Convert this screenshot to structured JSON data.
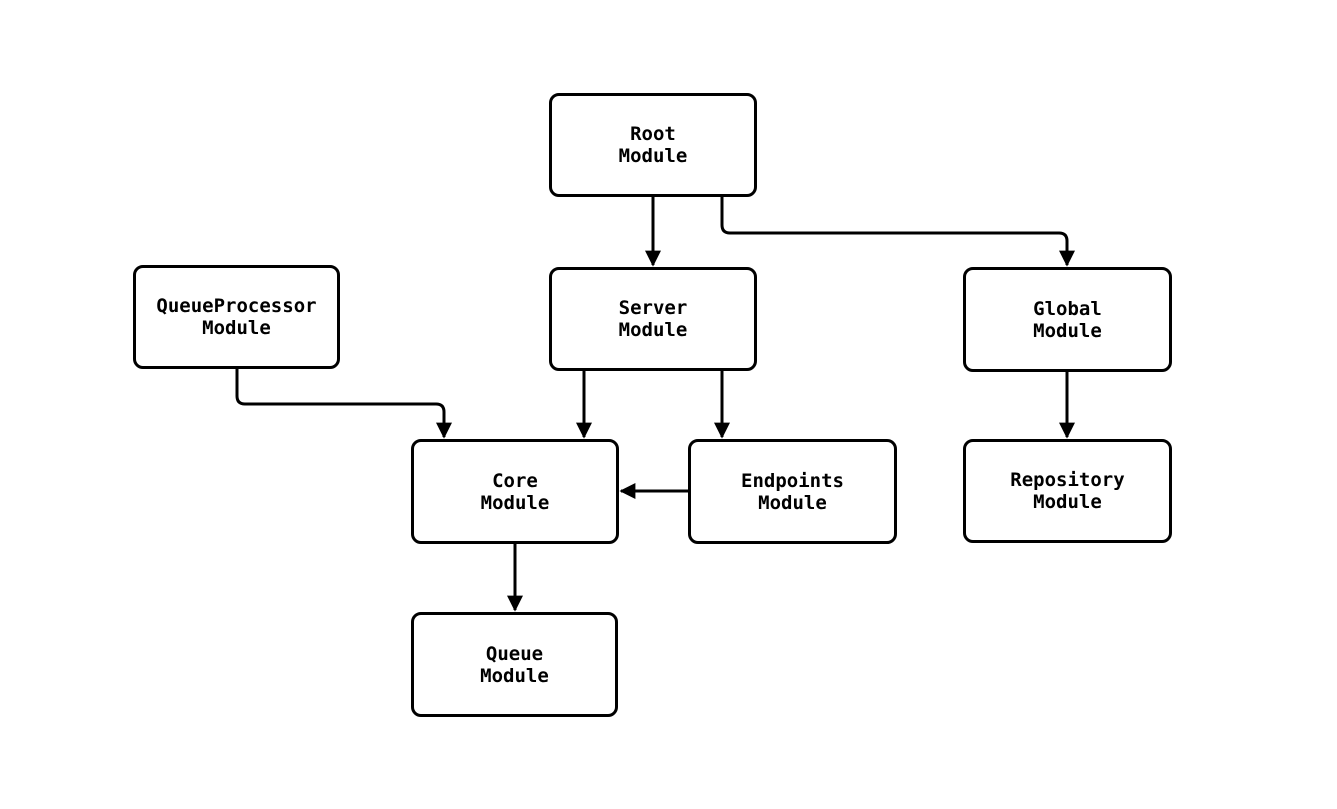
{
  "diagram": {
    "nodes": {
      "root": {
        "label": "Root\nModule"
      },
      "queueprocessor": {
        "label": "QueueProcessor\nModule"
      },
      "server": {
        "label": "Server\nModule"
      },
      "global": {
        "label": "Global\nModule"
      },
      "core": {
        "label": "Core\nModule"
      },
      "endpoints": {
        "label": "Endpoints\nModule"
      },
      "repository": {
        "label": "Repository\nModule"
      },
      "queue": {
        "label": "Queue\nModule"
      }
    },
    "edges": [
      {
        "from": "Root Module",
        "to": "Server Module"
      },
      {
        "from": "Root Module",
        "to": "Global Module"
      },
      {
        "from": "QueueProcessor Module",
        "to": "Core Module"
      },
      {
        "from": "Server Module",
        "to": "Core Module"
      },
      {
        "from": "Server Module",
        "to": "Endpoints Module"
      },
      {
        "from": "Endpoints Module",
        "to": "Core Module"
      },
      {
        "from": "Global Module",
        "to": "Repository Module"
      },
      {
        "from": "Core Module",
        "to": "Queue Module"
      }
    ],
    "colors": {
      "background": "#ffffff",
      "node_fill": "#ffffff",
      "stroke": "#000000",
      "text": "#000000"
    }
  }
}
